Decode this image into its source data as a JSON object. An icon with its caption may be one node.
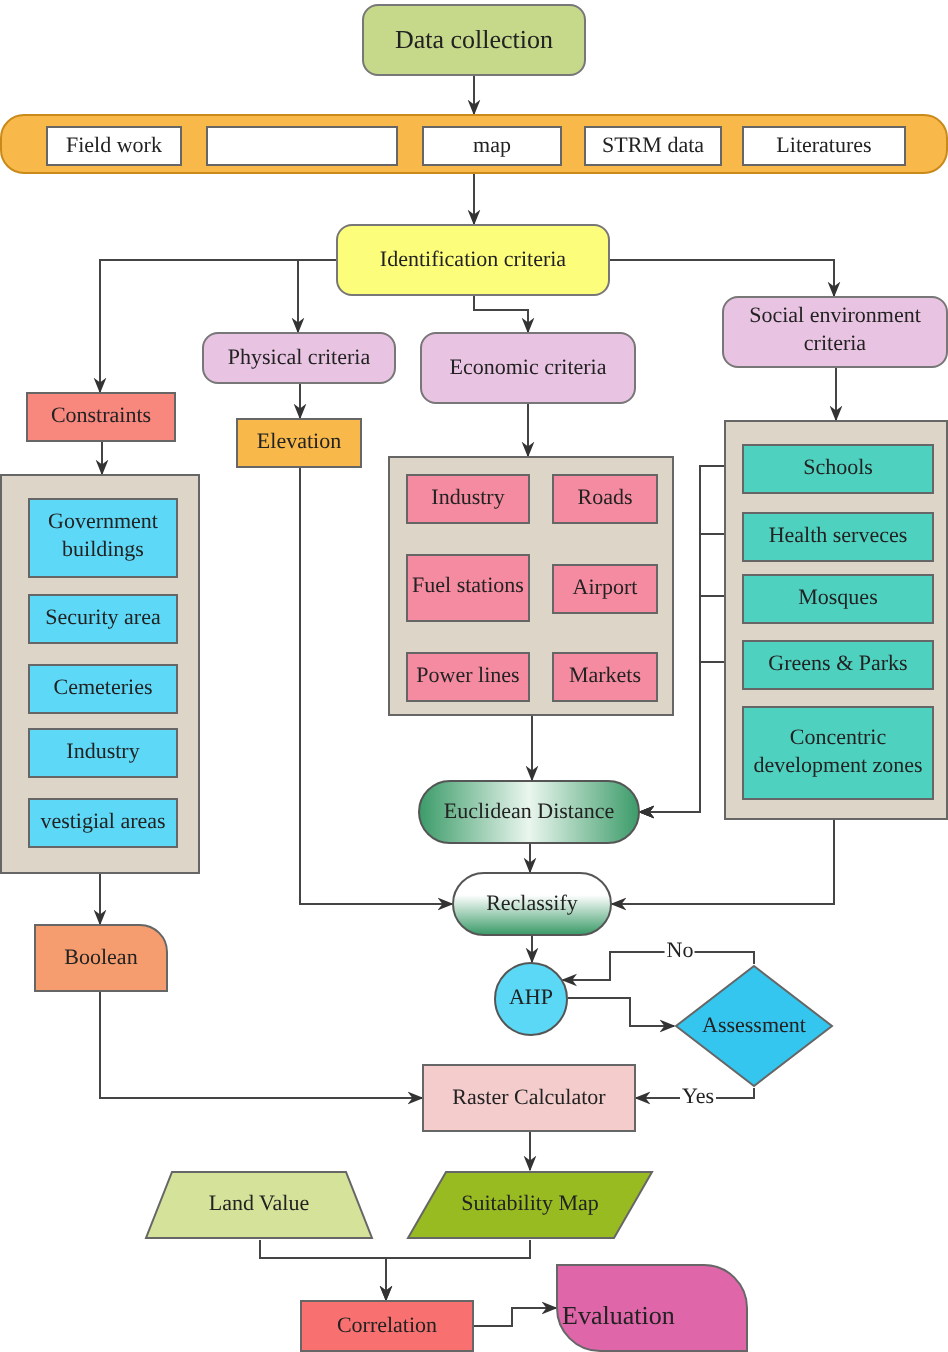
{
  "diagram": {
    "nodes": [
      {
        "text": [
          "Data collection"
        ]
      },
      {
        "text": [],
        "shape": "band"
      },
      {
        "text": [
          "Field work"
        ],
        "in": 1
      },
      {
        "text": [],
        "shape": "box",
        "in": 1
      },
      {
        "text": [
          "map"
        ],
        "in": 1
      },
      {
        "text": [
          "STRM data"
        ],
        "in": 1
      },
      {
        "text": [
          "Literatures"
        ],
        "in": 1
      },
      {
        "text": [
          "Identification criteria"
        ]
      },
      {
        "text": [
          "Physical criteria"
        ]
      },
      {
        "text": [
          "Economic criteria"
        ]
      },
      {
        "text": [
          "Social environment criteria"
        ]
      },
      {
        "text": [
          "Constraints"
        ]
      },
      {
        "text": [
          "Elevation"
        ]
      },
      {
        "text": [],
        "shape": "box"
      },
      {
        "text": [
          "Government buildings"
        ],
        "in": 13
      },
      {
        "text": [
          "Security area"
        ],
        "in": 13
      },
      {
        "text": [
          "Cemeteries"
        ],
        "in": 13
      },
      {
        "text": [
          "Industry"
        ],
        "in": 13
      },
      {
        "text": [
          "vestigial areas"
        ],
        "in": 13
      },
      {
        "text": [],
        "shape": "box"
      },
      {
        "text": [
          "Industry"
        ],
        "in": 19
      },
      {
        "text": [
          "Roads"
        ],
        "in": 19
      },
      {
        "text": [
          "Fuel stations"
        ],
        "in": 19
      },
      {
        "text": [
          "Airport"
        ],
        "in": 19
      },
      {
        "text": [
          "Power lines"
        ],
        "in": 19
      },
      {
        "text": [
          "Markets"
        ],
        "in": 19
      },
      {
        "text": [],
        "shape": "box"
      },
      {
        "text": [
          "Schools"
        ],
        "in": 26
      },
      {
        "text": [
          "Health serveces"
        ],
        "in": 26
      },
      {
        "text": [
          "Mosques"
        ],
        "in": 26
      },
      {
        "text": [
          "Greens & Parks"
        ],
        "in": 26
      },
      {
        "text": [
          "Concentric development zones"
        ],
        "in": 26
      },
      {
        "text": [
          "Euclidean Distance"
        ]
      },
      {
        "text": [
          "Reclassify"
        ]
      },
      {
        "text": [
          "Boolean"
        ]
      },
      {
        "text": [
          "AHP"
        ]
      },
      {
        "text": [
          "Assessment"
        ]
      },
      {
        "text": [
          "Raster Calculator"
        ]
      },
      {
        "text": [
          "Land Value"
        ]
      },
      {
        "text": [
          "Suitability Map"
        ]
      },
      {
        "text": [
          "Correlation"
        ]
      },
      {
        "text": [
          "Evaluation"
        ]
      }
    ],
    "edges": [
      {
        "from": 0,
        "to": 1,
        "arrow": "to"
      },
      {
        "from": 1,
        "to": 7,
        "arrow": "to"
      },
      {
        "from": 7,
        "to": 11,
        "arrow": "to"
      },
      {
        "from": 7,
        "to": 8,
        "arrow": "to"
      },
      {
        "from": 7,
        "to": 9,
        "arrow": "to"
      },
      {
        "from": 7,
        "to": 10,
        "arrow": "to"
      },
      {
        "from": 8,
        "to": 12,
        "arrow": "to"
      },
      {
        "from": 9,
        "to": 19,
        "arrow": "to"
      },
      {
        "from": 10,
        "to": 26,
        "arrow": "to"
      },
      {
        "from": 11,
        "to": 13,
        "arrow": "to"
      },
      {
        "from": 12,
        "to": 33,
        "arrow": "to"
      },
      {
        "from": 19,
        "to": 32,
        "arrow": "to"
      },
      {
        "from": 27,
        "to": 32,
        "arrow": "to"
      },
      {
        "from": 28,
        "to": 32,
        "arrow": "to"
      },
      {
        "from": 29,
        "to": 32,
        "arrow": "to"
      },
      {
        "from": 30,
        "to": 32,
        "arrow": "to"
      },
      {
        "from": 31,
        "to": 33,
        "arrow": "to"
      },
      {
        "from": 32,
        "to": 33,
        "arrow": "to"
      },
      {
        "from": 13,
        "to": 34,
        "arrow": "to"
      },
      {
        "from": 33,
        "to": 35,
        "arrow": "to"
      },
      {
        "from": 35,
        "to": 36,
        "arrow": "to"
      },
      {
        "from": 36,
        "to": 35,
        "arrow": "to",
        "label": "No"
      },
      {
        "from": 36,
        "to": 37,
        "arrow": "to",
        "label": "Yes"
      },
      {
        "from": 34,
        "to": 37,
        "arrow": "to"
      },
      {
        "from": 37,
        "to": 39,
        "arrow": "to"
      },
      {
        "from": 38,
        "to": 40,
        "arrow": "to"
      },
      {
        "from": 39,
        "to": 40,
        "arrow": "to"
      },
      {
        "from": 40,
        "to": 41,
        "arrow": "to"
      }
    ]
  }
}
